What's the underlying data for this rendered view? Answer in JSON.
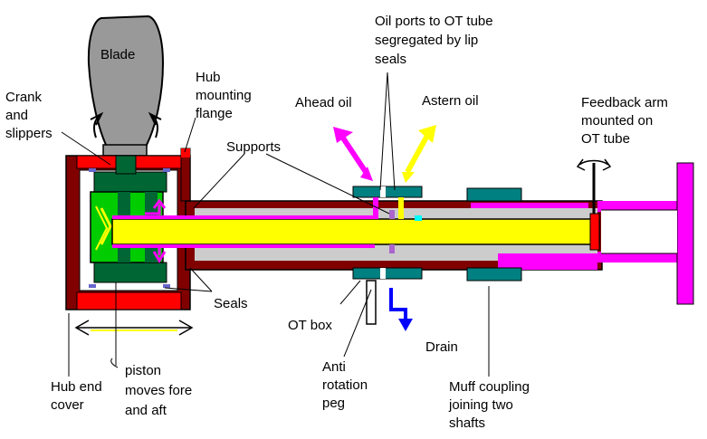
{
  "labels": {
    "blade": "Blade",
    "crank_1": "Crank",
    "crank_2": "and",
    "crank_3": "slippers",
    "hub_flange_1": "Hub",
    "hub_flange_2": "mounting",
    "hub_flange_3": "flange",
    "oil_ports_1": "Oil ports to OT tube",
    "oil_ports_2": "segregated by lip",
    "oil_ports_3": "seals",
    "ahead_oil": "Ahead oil",
    "astern_oil": "Astern oil",
    "feedback_1": "Feedback arm",
    "feedback_2": "mounted on",
    "feedback_3": "OT tube",
    "supports": "Supports",
    "seals": "Seals",
    "ot_box": "OT box",
    "drain": "Drain",
    "hub_end_1": "Hub end",
    "hub_end_2": "cover",
    "piston_1": "piston",
    "piston_2": "moves fore",
    "piston_3": "and aft",
    "anti_rot_1": "Anti",
    "anti_rot_2": "rotation",
    "anti_rot_3": "peg",
    "muff_1": "Muff coupling",
    "muff_2": "joining two",
    "muff_3": "shafts"
  },
  "colors": {
    "hub_red": "#ff0000",
    "hub_dark_red": "#800000",
    "oil_yellow": "#ffff00",
    "ahead_magenta": "#ff00ff",
    "piston_green": "#00cc00",
    "crank_dark_green": "#006633",
    "ot_box_teal": "#008080",
    "drain_blue": "#0000ff",
    "blade_grey": "#999999",
    "cyan_seal": "#00ffff"
  }
}
